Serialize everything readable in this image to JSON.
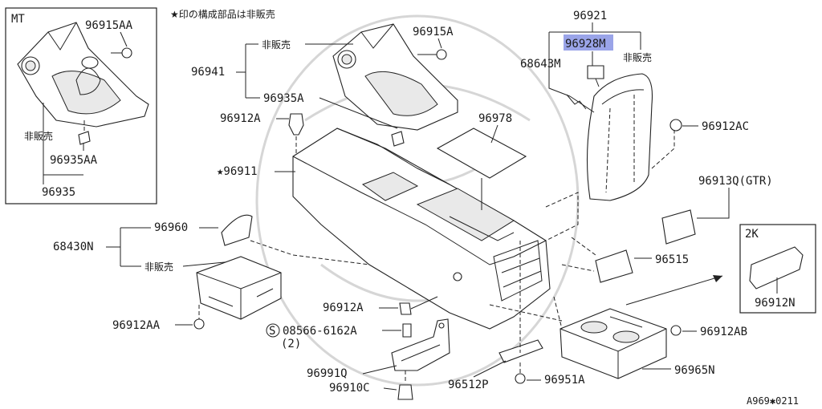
{
  "header_note": "★印の構成部品は非販売",
  "doc_code": "A969✱0211",
  "highlight_color": "#9aa4e8",
  "insets": {
    "mt": {
      "title": "MT",
      "labels": {
        "bolt": "96915AA",
        "not_sold": "非販売",
        "clip": "96935AA",
        "assy": "96935"
      }
    },
    "2k": {
      "title": "2K",
      "label": "96912N"
    }
  },
  "labels": {
    "p96921": "96921",
    "p96928_num": "96928",
    "p96928_suffix": "M",
    "p68643M": "68643M",
    "not_sold_arm": "非販売",
    "p96915A": "96915A",
    "not_sold_top": "非販売",
    "p96941": "96941",
    "p96935A": "96935A",
    "p96912A_top": "96912A",
    "p96978": "96978",
    "p96912AC": "96912AC",
    "p96911": "★96911",
    "p96913Q": "96913Q(GTR)",
    "p96960": "96960",
    "p68430N": "68430N",
    "not_sold_box": "非販売",
    "p96515": "96515",
    "p96912A_mid": "96912A",
    "p96912AA": "96912AA",
    "screw_num": "08566-6162A",
    "screw_circle": "S",
    "screw_qty": "(2)",
    "p96912AB": "96912AB",
    "p96991Q": "96991Q",
    "p96965N": "96965N",
    "p96910C": "96910C",
    "p96512P": "96512P",
    "p96951A": "96951A"
  }
}
